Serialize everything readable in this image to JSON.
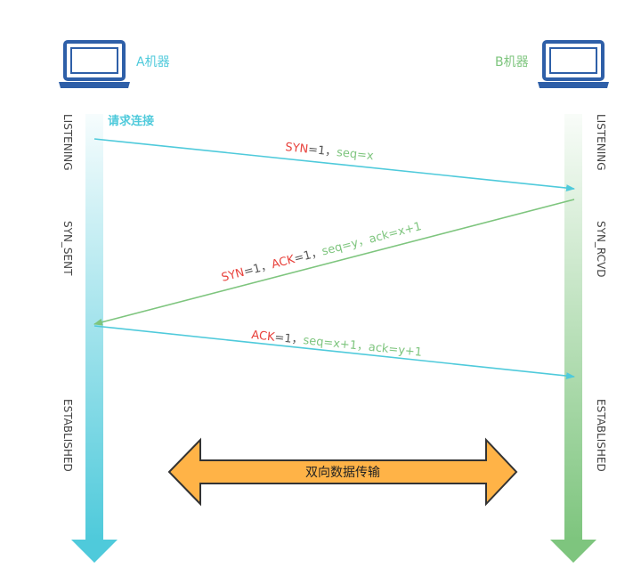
{
  "machines": {
    "a": {
      "label": "A机器",
      "color": "#4fcadb"
    },
    "b": {
      "label": "B机器",
      "color": "#7ec57e"
    }
  },
  "request_label": "请求连接",
  "states": {
    "a": [
      "LISTENING",
      "SYN_SENT",
      "ESTABLISHED"
    ],
    "b": [
      "LISTENING",
      "SYN_RCVD",
      "ESTABLISHED"
    ]
  },
  "messages": [
    {
      "parts": [
        {
          "t": "SYN",
          "c": "#e8433d"
        },
        {
          "t": "=1，",
          "c": "#555555"
        },
        {
          "t": "seq=x",
          "c": "#7ec57e"
        }
      ]
    },
    {
      "parts": [
        {
          "t": "SYN",
          "c": "#e8433d"
        },
        {
          "t": "=1，",
          "c": "#555555"
        },
        {
          "t": "ACK",
          "c": "#e8433d"
        },
        {
          "t": "=1，",
          "c": "#555555"
        },
        {
          "t": "seq=y，ack=x+1",
          "c": "#7ec57e"
        }
      ]
    },
    {
      "parts": [
        {
          "t": "ACK",
          "c": "#e8433d"
        },
        {
          "t": "=1，",
          "c": "#555555"
        },
        {
          "t": "seq=x+1，ack=y+1",
          "c": "#7ec57e"
        }
      ]
    }
  ],
  "transfer_label": "双向数据传输",
  "colors": {
    "arrow_cyan": "#4fcadb",
    "arrow_green": "#7ec57e",
    "bidir_fill": "#ffb347",
    "bidir_stroke": "#333333",
    "laptop": "#2e5fa8"
  }
}
